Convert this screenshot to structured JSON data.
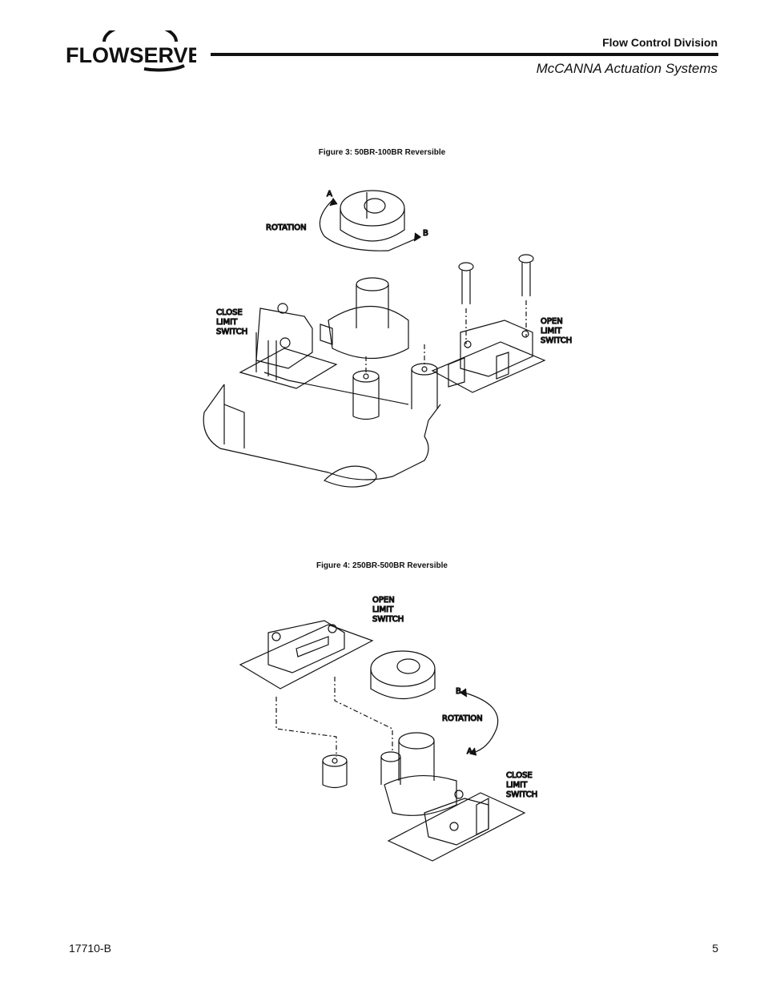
{
  "header": {
    "logo_text": "FLOWSERVE",
    "division": "Flow Control Division",
    "subtitle": "McCANNA Actuation Systems"
  },
  "figure3": {
    "caption": "Figure 3: 50BR-100BR Reversible",
    "labels": {
      "rotation": "ROTATION",
      "a": "A",
      "b": "B",
      "close_1": "CLOSE",
      "close_2": "LIMIT",
      "close_3": "SWITCH",
      "open_1": "OPEN",
      "open_2": "LIMIT",
      "open_3": "SWITCH"
    }
  },
  "figure4": {
    "caption": "Figure 4: 250BR-500BR Reversible",
    "labels": {
      "rotation": "ROTATION",
      "a": "A",
      "b": "B",
      "open_1": "OPEN",
      "open_2": "LIMIT",
      "open_3": "SWITCH",
      "close_1": "CLOSE",
      "close_2": "LIMIT",
      "close_3": "SWITCH"
    }
  },
  "footer": {
    "doc_number": "17710-B",
    "page_number": "5"
  }
}
